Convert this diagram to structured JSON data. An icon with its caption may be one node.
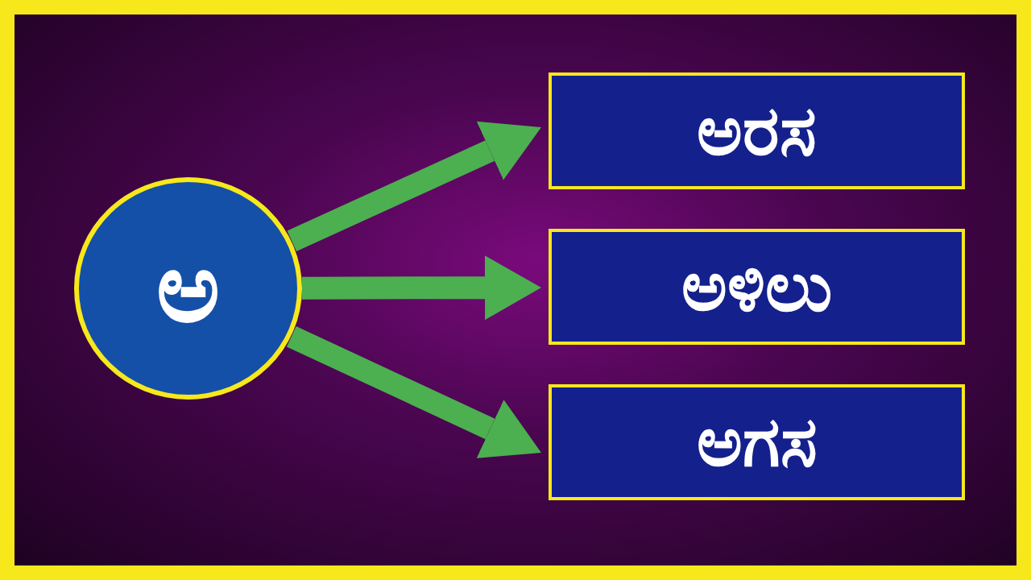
{
  "diagram": {
    "nodes": [
      {
        "text": [
          "ಅ"
        ]
      },
      {
        "text": [
          "ಅರಸ"
        ]
      },
      {
        "text": [
          "ಅಳಿಲು"
        ]
      },
      {
        "text": [
          "ಅಗಸ"
        ]
      }
    ],
    "edges": [
      {
        "from": 0,
        "to": 1,
        "arrow": "to"
      },
      {
        "from": 0,
        "to": 2,
        "arrow": "to"
      },
      {
        "from": 0,
        "to": 3,
        "arrow": "to"
      }
    ]
  }
}
